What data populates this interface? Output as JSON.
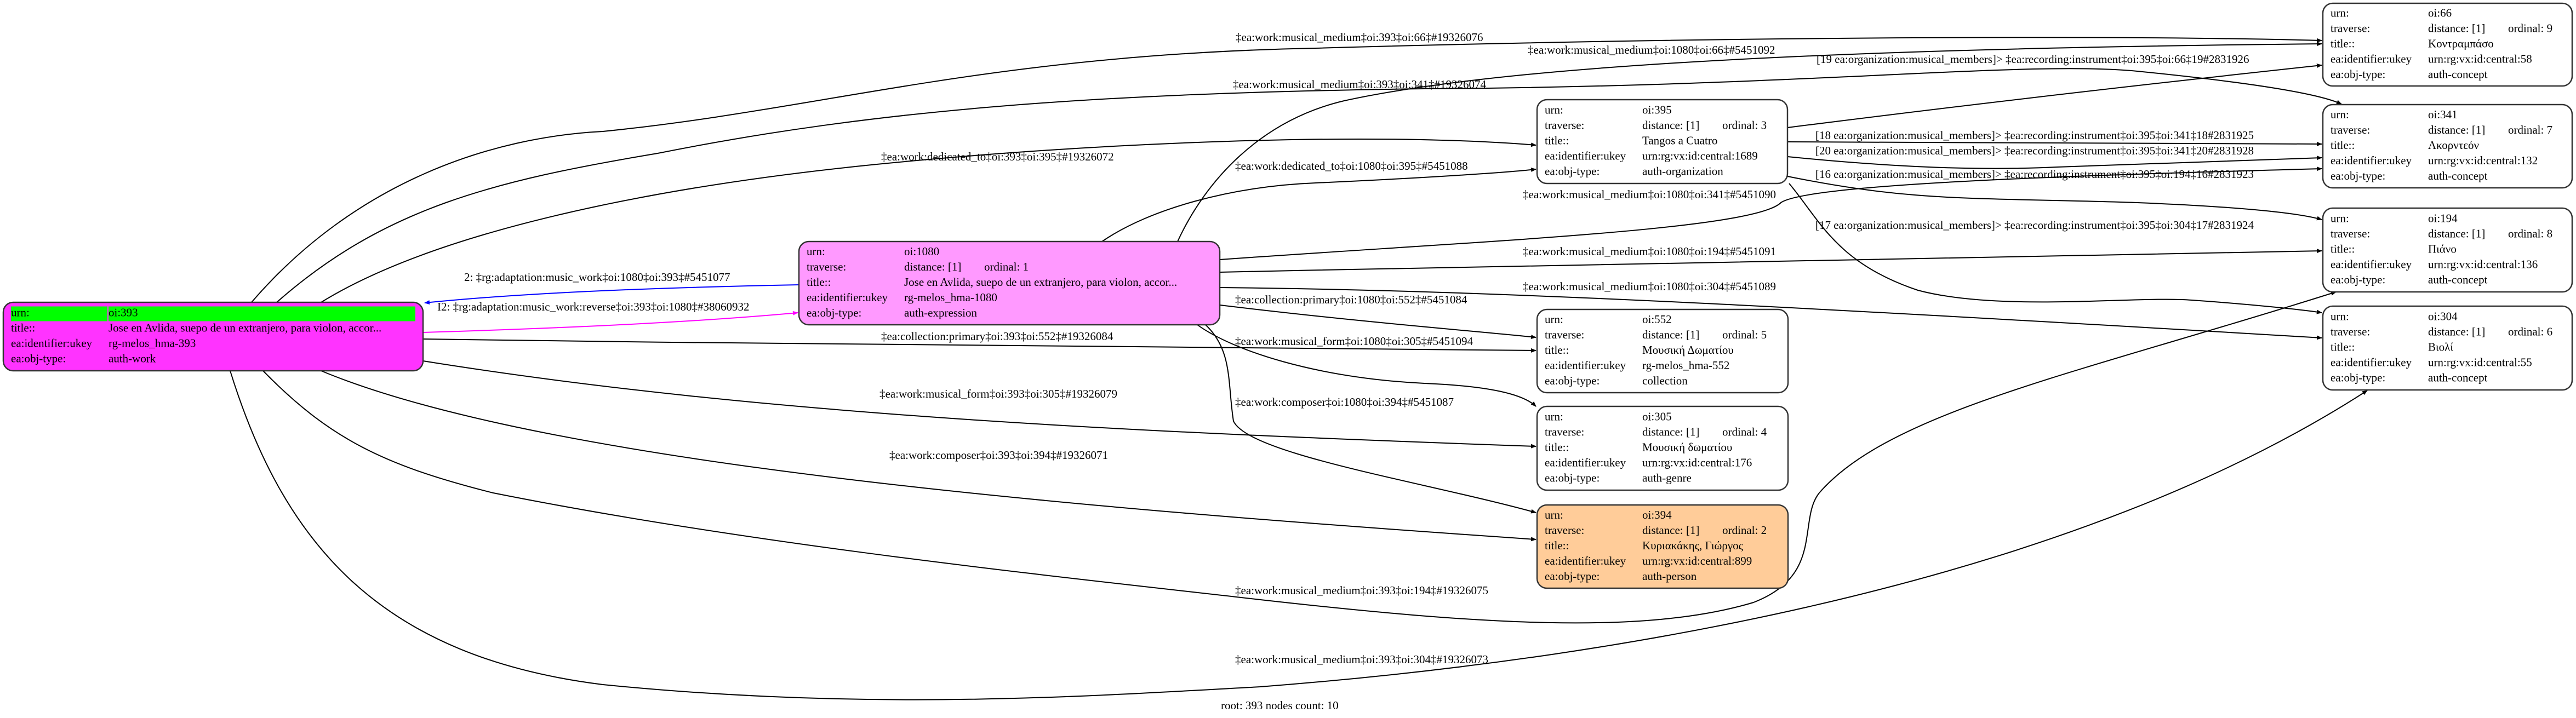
{
  "row_labels": {
    "urn": "urn:",
    "traverse": "traverse:",
    "title": "title::",
    "ukey": "ea:identifier:ukey",
    "obj_type": "ea:obj-type:"
  },
  "colors": {
    "root_fill": "#ff33ff",
    "root_header": "#00ff00",
    "expression_fill": "#ff99ff",
    "person_fill": "#ffcc99",
    "default_fill": "#ffffff",
    "edge": "#000000",
    "adaptation_edge": "#0000ff",
    "reverse_edge": "#ff00ff"
  },
  "nodes": [
    {
      "id": "393",
      "urn": "oi:393",
      "traverse": null,
      "title": "Jose en Avlida, suepo de un extranjero, para violon, accor...",
      "ukey": "rg-melos_hma-393",
      "obj_type": "auth-work",
      "fill": "#ff33ff",
      "root": true
    },
    {
      "id": "1080",
      "urn": "oi:1080",
      "traverse": {
        "distance": "distance: [1]",
        "ordinal": "ordinal: 1"
      },
      "title": "Jose en Avlida, suepo de un extranjero, para violon, accor...",
      "ukey": "rg-melos_hma-1080",
      "obj_type": "auth-expression",
      "fill": "#ff99ff"
    },
    {
      "id": "395",
      "urn": "oi:395",
      "traverse": {
        "distance": "distance: [1]",
        "ordinal": "ordinal: 3"
      },
      "title": "Tangos a Cuatro",
      "ukey": "urn:rg:vx:id:central:1689",
      "obj_type": "auth-organization",
      "fill": "#ffffff"
    },
    {
      "id": "552",
      "urn": "oi:552",
      "traverse": {
        "distance": "distance: [1]",
        "ordinal": "ordinal: 5"
      },
      "title": "Μουσική Δωματίου",
      "ukey": "rg-melos_hma-552",
      "obj_type": "collection",
      "fill": "#ffffff"
    },
    {
      "id": "305",
      "urn": "oi:305",
      "traverse": {
        "distance": "distance: [1]",
        "ordinal": "ordinal: 4"
      },
      "title": "Μουσική δωματίου",
      "ukey": "urn:rg:vx:id:central:176",
      "obj_type": "auth-genre",
      "fill": "#ffffff"
    },
    {
      "id": "394",
      "urn": "oi:394",
      "traverse": {
        "distance": "distance: [1]",
        "ordinal": "ordinal: 2"
      },
      "title": "Κυριακάκης, Γιώργος",
      "ukey": "urn:rg:vx:id:central:899",
      "obj_type": "auth-person",
      "fill": "#ffcc99"
    },
    {
      "id": "66",
      "urn": "oi:66",
      "traverse": {
        "distance": "distance: [1]",
        "ordinal": "ordinal: 9"
      },
      "title": "Κοντραμπάσο",
      "ukey": "urn:rg:vx:id:central:58",
      "obj_type": "auth-concept",
      "fill": "#ffffff"
    },
    {
      "id": "341",
      "urn": "oi:341",
      "traverse": {
        "distance": "distance: [1]",
        "ordinal": "ordinal: 7"
      },
      "title": "Ακορντεόν",
      "ukey": "urn:rg:vx:id:central:132",
      "obj_type": "auth-concept",
      "fill": "#ffffff"
    },
    {
      "id": "194",
      "urn": "oi:194",
      "traverse": {
        "distance": "distance: [1]",
        "ordinal": "ordinal: 8"
      },
      "title": "Πιάνο",
      "ukey": "urn:rg:vx:id:central:136",
      "obj_type": "auth-concept",
      "fill": "#ffffff"
    },
    {
      "id": "304",
      "urn": "oi:304",
      "traverse": {
        "distance": "distance: [1]",
        "ordinal": "ordinal: 6"
      },
      "title": "Βιολί",
      "ukey": "urn:rg:vx:id:central:55",
      "obj_type": "auth-concept",
      "fill": "#ffffff"
    }
  ],
  "edges": [
    {
      "from": "393",
      "to": "66",
      "label": "‡ea:work:musical_medium‡oi:393‡oi:66‡#19326076"
    },
    {
      "from": "1080",
      "to": "66",
      "label": "‡ea:work:musical_medium‡oi:1080‡oi:66‡#5451092"
    },
    {
      "from": "393",
      "to": "341",
      "label": "‡ea:work:musical_medium‡oi:393‡oi:341‡#19326074"
    },
    {
      "from": "395",
      "to": "66",
      "label": "[19 ea:organization:musical_members]> ‡ea:recording:instrument‡oi:395‡oi:66‡19#2831926"
    },
    {
      "from": "393",
      "to": "395",
      "label": "‡ea:work:dedicated_to‡oi:393‡oi:395‡#19326072"
    },
    {
      "from": "1080",
      "to": "395",
      "label": "‡ea:work:dedicated_to‡oi:1080‡oi:395‡#5451088"
    },
    {
      "from": "395",
      "to": "341",
      "label": "[18 ea:organization:musical_members]> ‡ea:recording:instrument‡oi:395‡oi:341‡18#2831925"
    },
    {
      "from": "395",
      "to": "341",
      "label": "[20 ea:organization:musical_members]> ‡ea:recording:instrument‡oi:395‡oi:341‡20#2831928"
    },
    {
      "from": "395",
      "to": "194",
      "label": "[16 ea:organization:musical_members]> ‡ea:recording:instrument‡oi:395‡oi:194‡16#2831923"
    },
    {
      "from": "1080",
      "to": "341",
      "label": "‡ea:work:musical_medium‡oi:1080‡oi:341‡#5451090"
    },
    {
      "from": "395",
      "to": "304",
      "label": "[17 ea:organization:musical_members]> ‡ea:recording:instrument‡oi:395‡oi:304‡17#2831924"
    },
    {
      "from": "1080",
      "to": "393",
      "label": "2: ‡rg:adaptation:music_work‡oi:1080‡oi:393‡#5451077",
      "color": "#0000ff"
    },
    {
      "from": "393",
      "to": "1080",
      "label": "I2: ‡rg:adaptation:music_work:reverse‡oi:393‡oi:1080‡#38060932",
      "color": "#ff00ff"
    },
    {
      "from": "1080",
      "to": "194",
      "label": "‡ea:work:musical_medium‡oi:1080‡oi:194‡#5451091"
    },
    {
      "from": "1080",
      "to": "304",
      "label": "‡ea:work:musical_medium‡oi:1080‡oi:304‡#5451089"
    },
    {
      "from": "1080",
      "to": "552",
      "label": "‡ea:collection:primary‡oi:1080‡oi:552‡#5451084"
    },
    {
      "from": "393",
      "to": "552",
      "label": "‡ea:collection:primary‡oi:393‡oi:552‡#19326084"
    },
    {
      "from": "1080",
      "to": "305",
      "label": "‡ea:work:musical_form‡oi:1080‡oi:305‡#5451094"
    },
    {
      "from": "393",
      "to": "305",
      "label": "‡ea:work:musical_form‡oi:393‡oi:305‡#19326079"
    },
    {
      "from": "1080",
      "to": "394",
      "label": "‡ea:work:composer‡oi:1080‡oi:394‡#5451087"
    },
    {
      "from": "393",
      "to": "394",
      "label": "‡ea:work:composer‡oi:393‡oi:394‡#19326071"
    },
    {
      "from": "393",
      "to": "194",
      "label": "‡ea:work:musical_medium‡oi:393‡oi:194‡#19326075"
    },
    {
      "from": "393",
      "to": "304",
      "label": "‡ea:work:musical_medium‡oi:393‡oi:304‡#19326073"
    }
  ],
  "footer": "root: 393 nodes count: 10"
}
